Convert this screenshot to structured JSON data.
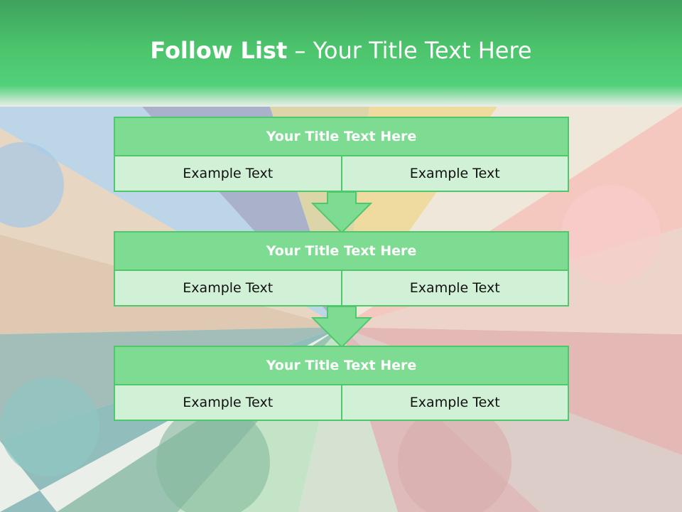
{
  "title": {
    "bold": "Follow List",
    "rest": "– Your Title Text Here"
  },
  "blocks": [
    {
      "header": "Your Title Text Here",
      "left": "Example Text",
      "right": "Example Text"
    },
    {
      "header": "Your Title Text Here",
      "left": "Example Text",
      "right": "Example Text"
    },
    {
      "header": "Your Title Text Here",
      "left": "Example Text",
      "right": "Example Text"
    }
  ],
  "colors": {
    "banner": "#4cc46c",
    "header_fill": "#7ddc91",
    "cell_fill": "#d0f1d6",
    "border": "#4fc86d"
  }
}
